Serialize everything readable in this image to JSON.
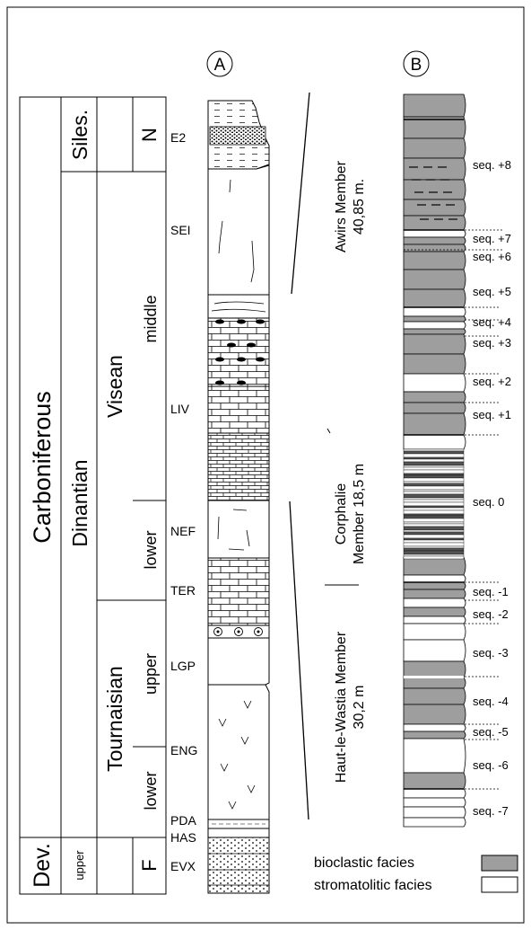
{
  "column_labels": {
    "a": "A",
    "b": "B"
  },
  "stratigraphy": {
    "system": "Carboniferous",
    "system_lower": "Dev.",
    "subsystem": "Dinantian",
    "subsystem_top": "Siles.",
    "series_visean": "Visean",
    "series_tournaisian": "Tournaisian",
    "substage_middle": "middle",
    "substage_lower_visean": "lower",
    "substage_upper_tournaisian": "upper",
    "substage_lower_tournaisian": "lower",
    "substage_upper_dev": "upper",
    "stage_n": "N",
    "stage_f": "F"
  },
  "formations": [
    "E2",
    "SEI",
    "LIV",
    "NEF",
    "TER",
    "LGP",
    "ENG",
    "PDA",
    "HAS",
    "EVX"
  ],
  "members": {
    "awirs": {
      "line1": "Awirs Member",
      "line2": "40,85 m."
    },
    "corphalie": {
      "line1": "Corphalie",
      "line2": "Member 18,5 m"
    },
    "haut": {
      "line1": "Haut-le-Wastia Member",
      "line2": "30,2 m"
    }
  },
  "sequences": [
    "seq. +8",
    "seq. +7",
    "seq. +6",
    "seq. +5",
    "seq. +4",
    "seq. +3",
    "seq. +2",
    "seq. +1",
    "seq. 0",
    "seq. -1",
    "seq. -2",
    "seq. -3",
    "seq. -4",
    "seq. -5",
    "seq. -6",
    "seq. -7"
  ],
  "legend": {
    "bioclastic": "bioclastic facies",
    "stromatolitic": "stromatolitic facies",
    "bioclastic_color": "#9e9e9e",
    "stromatolitic_color": "#ffffff"
  }
}
